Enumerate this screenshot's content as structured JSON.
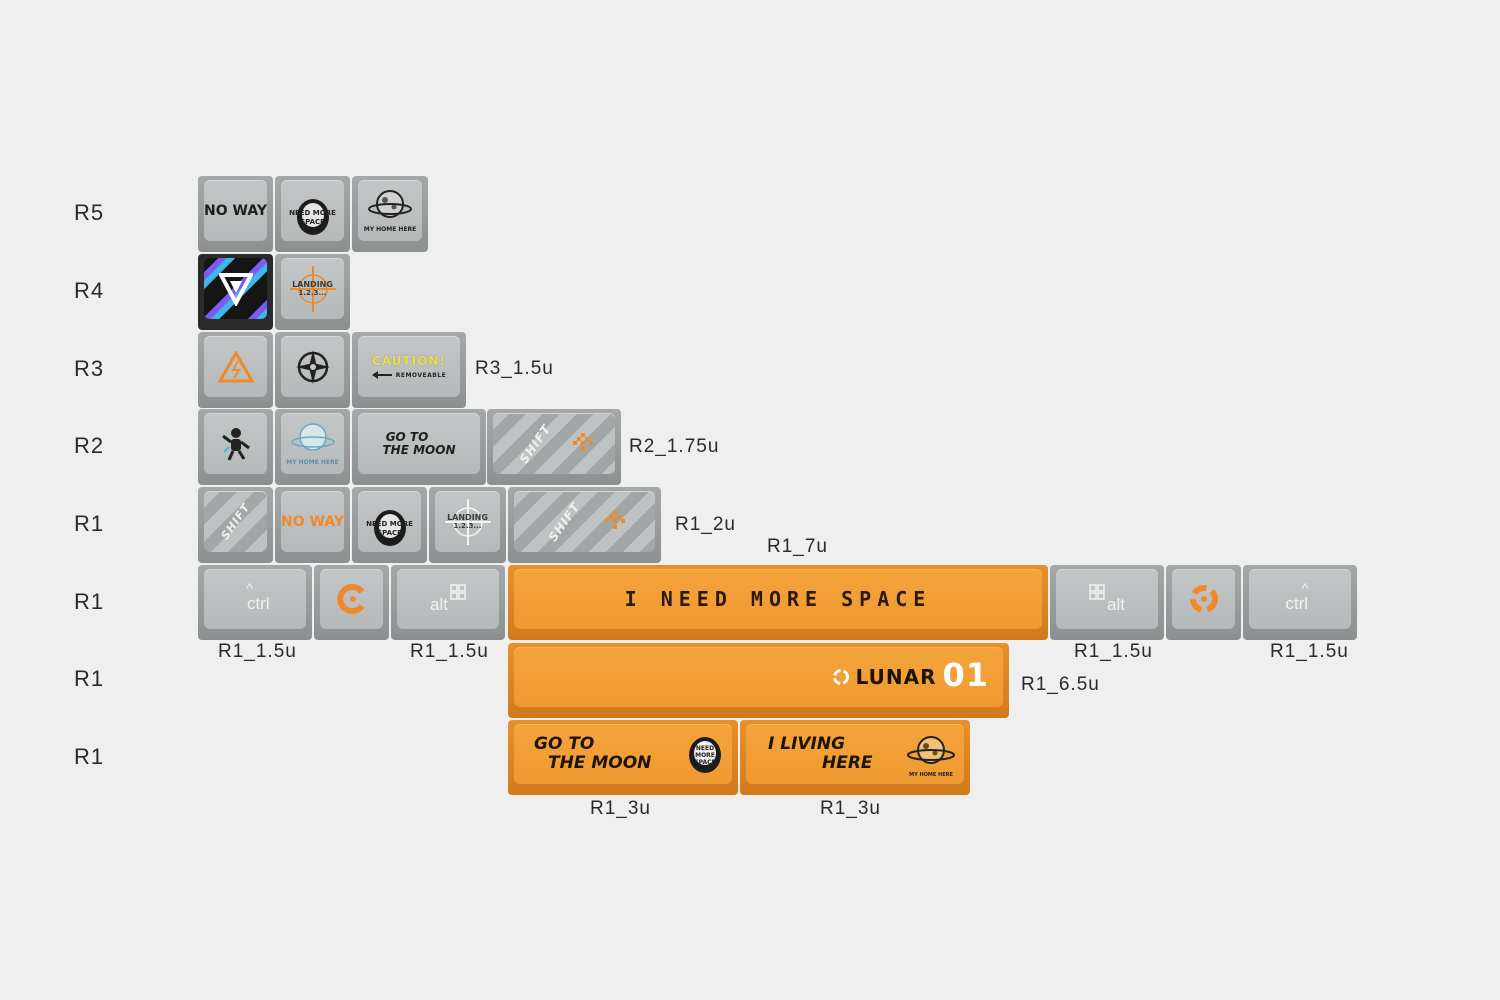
{
  "rows": {
    "r5": "R5",
    "r4": "R4",
    "r3": "R3",
    "r2": "R2",
    "r1_a": "R1",
    "r1_b": "R1",
    "r1_c": "R1",
    "r1_d": "R1"
  },
  "sizes": {
    "r3_15u": "R3_1.5u",
    "r2_175u": "R2_1.75u",
    "r1_2u": "R1_2u",
    "r1_7u": "R1_7u",
    "r1_15u_1": "R1_1.5u",
    "r1_15u_2": "R1_1.5u",
    "r1_15u_3": "R1_1.5u",
    "r1_15u_4": "R1_1.5u",
    "r1_65u": "R1_6.5u",
    "r1_3u_1": "R1_3u",
    "r1_3u_2": "R1_3u"
  },
  "keys": {
    "no_way": "NO WAY",
    "need_more_space_badge": "NEED MORE SPACE",
    "my_home_here": "MY HOME HERE",
    "landing": "LANDING",
    "landing_count": "1.2.3...",
    "caution": "CAUTION!",
    "removeable": "REMOVEABLE",
    "go_to": "GO TO",
    "the_moon": "THE MOON",
    "shift": "SHIFT",
    "ctrl": "ctrl",
    "alt": "alt",
    "caret": "^",
    "spacebar_7u": "I NEED MORE SPACE",
    "lunar": "LUNAR",
    "lunar_num": "01",
    "i_living": "I LIVING",
    "here": "HERE"
  },
  "colors": {
    "background": "#efefef",
    "gray_key": "#b6b9ba",
    "orange_key": "#ee9a30",
    "accent_orange": "#f0892a",
    "caution_yellow": "#e8e04a"
  }
}
